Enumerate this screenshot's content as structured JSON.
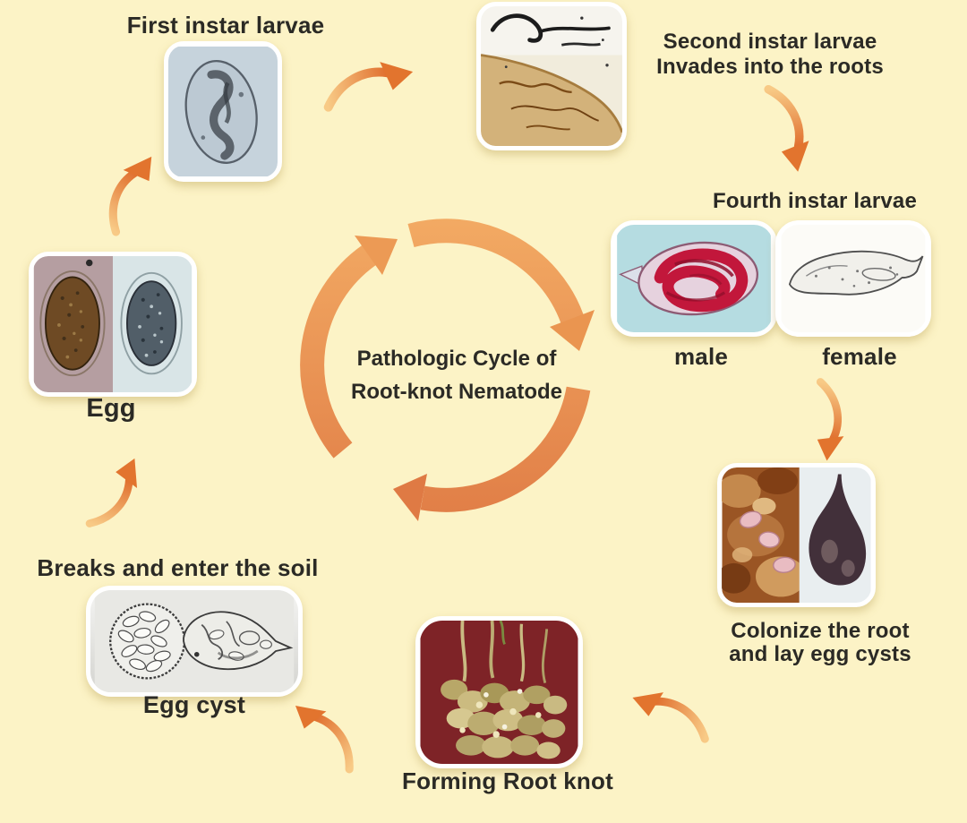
{
  "title": {
    "line1": "Pathologic Cycle of",
    "line2": "Root-knot Nematode"
  },
  "stages": {
    "first_instar": {
      "label": "First instar larvae"
    },
    "second_instar": {
      "line1": "Second instar larvae",
      "line2": "Invades into the roots"
    },
    "fourth_instar": {
      "label": "Fourth instar larvae",
      "male": "male",
      "female": "female"
    },
    "colonize": {
      "line1": "Colonize the root",
      "line2": "and lay egg cysts"
    },
    "root_knot": {
      "label": "Forming Root knot"
    },
    "egg_cyst": {
      "heading": "Breaks and enter the soil",
      "label": "Egg cyst"
    },
    "egg": {
      "label": "Egg"
    }
  },
  "icons": {
    "cycle": "cycle-arrows-icon",
    "step_arrows": [
      "arrow-egg-to-first-instar-icon",
      "arrow-first-to-second-instar-icon",
      "arrow-second-to-fourth-instar-icon",
      "arrow-female-to-colonize-icon",
      "arrow-colonize-to-rootknot-icon",
      "arrow-rootknot-to-eggcyst-icon",
      "arrow-eggcyst-to-egg-icon"
    ]
  },
  "colors": {
    "background": "#FCF3C6",
    "text": "#2B2A25",
    "arrow_light": "#F8C57E",
    "arrow_dark": "#E0702F",
    "cycle_top": "#F4AE66",
    "cycle_bottom": "#DF7A44",
    "card_frame": "#FFFFFF"
  }
}
